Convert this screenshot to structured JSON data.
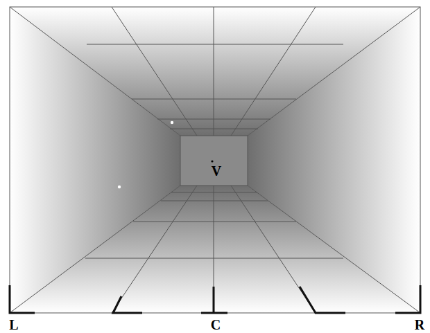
{
  "diagram": {
    "labels": [
      "V",
      "L",
      "C",
      "R"
    ]
  }
}
